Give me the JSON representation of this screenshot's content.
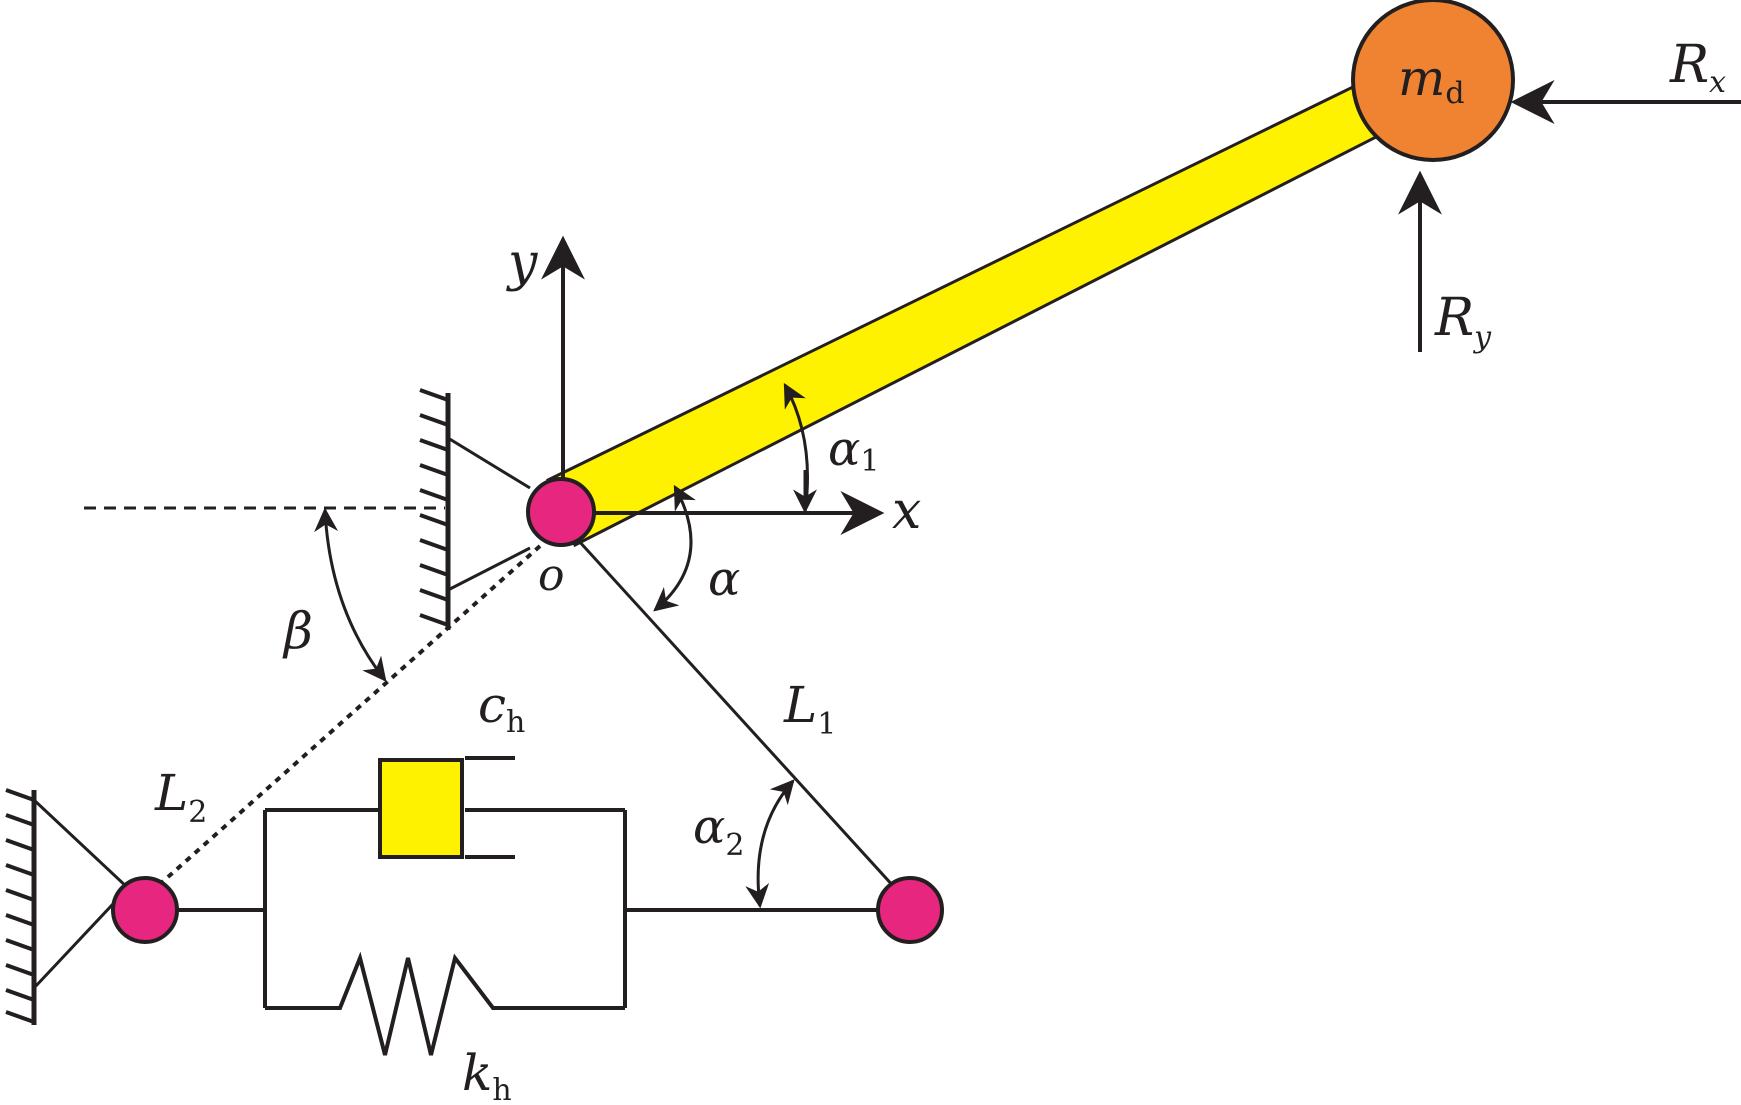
{
  "labels": {
    "m_main": "m",
    "m_sub": "d",
    "rx_main": "R",
    "rx_sub": "x",
    "ry_main": "R",
    "ry_sub": "y",
    "y_axis": "y",
    "x_axis": "x",
    "origin": "o",
    "alpha1_main": "α",
    "alpha1_sub": "1",
    "alpha": "α",
    "beta": "β",
    "l1_main": "L",
    "l1_sub": "1",
    "ch_main": "c",
    "ch_sub": "h",
    "l2_main": "L",
    "l2_sub": "2",
    "alpha2_main": "α",
    "alpha2_sub": "2",
    "kh_main": "k",
    "kh_sub": "h"
  },
  "colors": {
    "beam": "#fff200",
    "mass": "#f08332",
    "pivot": "#e6267f",
    "damper": "#fff200",
    "line": "#231f20"
  }
}
